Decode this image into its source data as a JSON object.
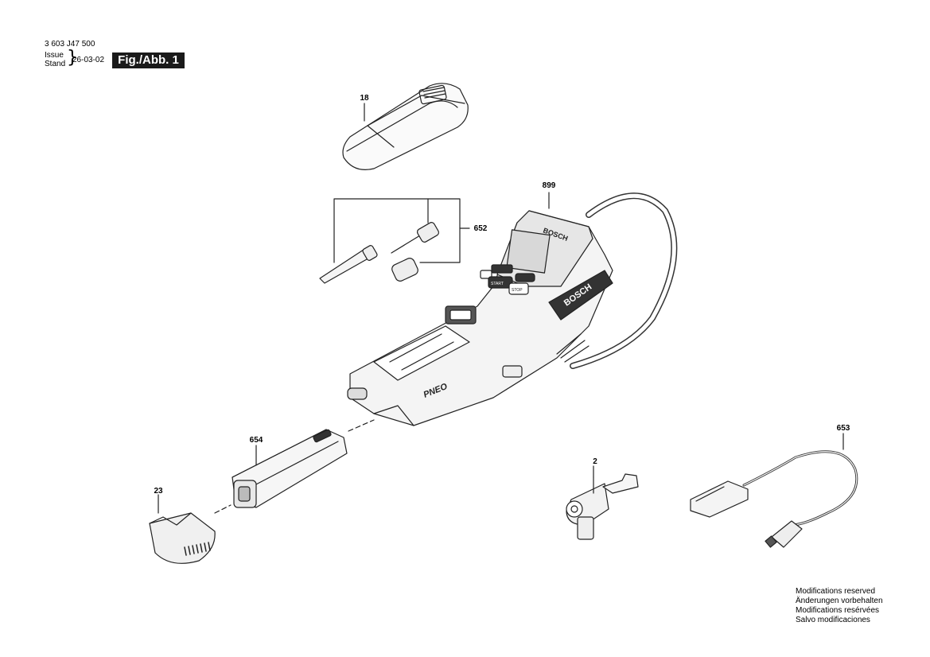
{
  "header": {
    "doc_number": "3 603 J47 500",
    "issue_label_1": "Issue",
    "issue_label_2": "Stand",
    "date": "26-03-02",
    "figure": "Fig./Abb. 1"
  },
  "parts": {
    "p18": "18",
    "p899": "899",
    "p652": "652",
    "p654": "654",
    "p23": "23",
    "p2": "2",
    "p653": "653"
  },
  "device_text": {
    "brand": "BOSCH",
    "model": "PNEO",
    "btn_start": "START",
    "btn_stop": "STOP"
  },
  "notes": [
    "Modifications reserved",
    "Änderungen vorbehalten",
    "Modifications resérvées",
    "Salvo modificaciones"
  ]
}
